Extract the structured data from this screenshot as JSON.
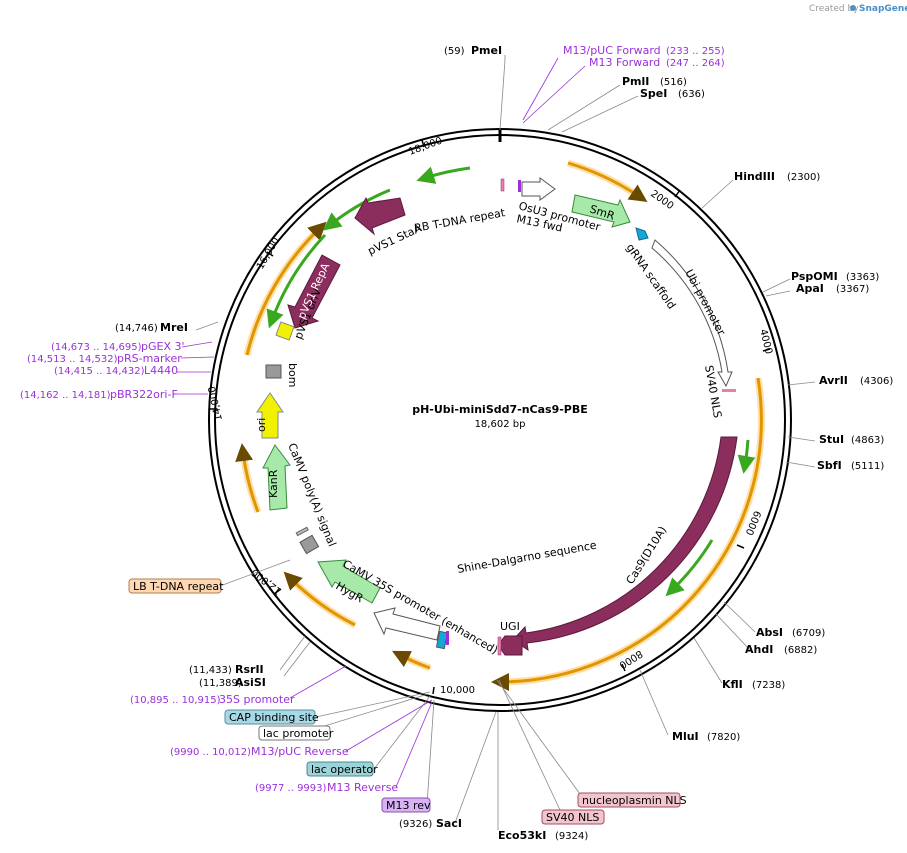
{
  "watermark": {
    "prefix": "Created by",
    "brand": "SnapGene"
  },
  "plasmid": {
    "name": "pH-Ubi-miniSdd7-nCas9-PBE",
    "size": "18,602 bp"
  },
  "colors": {
    "primer": "#9b30d9",
    "protein": "#8b2e5e",
    "marker": "#a6e9a8",
    "ori": "#f2f200",
    "orf": "#e19500",
    "orf_hl": "#ffdfa6",
    "promoter_fill": "#ffffff",
    "nls": "#e87fab",
    "terminator": "#bbbbbb",
    "scaffold": "#16a7d8",
    "tdna": "#ffd8b2",
    "cap_box": "#a7d8e5",
    "laco_box": "#9bd3d8",
    "m13rev_box": "#d8b2f5",
    "nls_box": "#f2c5ce"
  },
  "ticks": [
    "2000",
    "4000",
    "6000",
    "8000",
    "10,000",
    "12,000",
    "14,000",
    "16,000",
    "18,000"
  ],
  "sites": [
    {
      "name": "PmeI",
      "pos": "(59)"
    },
    {
      "name": "PmlI",
      "pos": "(516)"
    },
    {
      "name": "SpeI",
      "pos": "(636)"
    },
    {
      "name": "HindIII",
      "pos": "(2300)"
    },
    {
      "name": "PspOMI",
      "pos": "(3363)"
    },
    {
      "name": "ApaI",
      "pos": "(3367)"
    },
    {
      "name": "AvrII",
      "pos": "(4306)"
    },
    {
      "name": "StuI",
      "pos": "(4863)"
    },
    {
      "name": "SbfI",
      "pos": "(5111)"
    },
    {
      "name": "AbsI",
      "pos": "(6709)"
    },
    {
      "name": "AhdI",
      "pos": "(6882)"
    },
    {
      "name": "KflI",
      "pos": "(7238)"
    },
    {
      "name": "MluI",
      "pos": "(7820)"
    },
    {
      "name": "Eco53kI",
      "pos": "(9324)"
    },
    {
      "name": "SacI",
      "pos": "(9326)"
    },
    {
      "name": "AsiSI",
      "pos": "(11,389)"
    },
    {
      "name": "RsrII",
      "pos": "(11,433)"
    },
    {
      "name": "MreI",
      "pos": "(14,746)"
    }
  ],
  "primers": [
    {
      "name": "M13/pUC Forward",
      "pos": "(233 .. 255)"
    },
    {
      "name": "M13 Forward",
      "pos": "(247 .. 264)"
    },
    {
      "name": "pGEX 3'",
      "pos": "(14,673 .. 14,695)"
    },
    {
      "name": "pRS-marker",
      "pos": "(14,513 .. 14,532)"
    },
    {
      "name": "L4440",
      "pos": "(14,415 .. 14,432)"
    },
    {
      "name": "pBR322ori-F",
      "pos": "(14,162 .. 14,181)"
    },
    {
      "name": "35S promoter",
      "pos": "(10,895 .. 10,915)"
    },
    {
      "name": "M13/pUC Reverse",
      "pos": "(9990 .. 10,012)"
    },
    {
      "name": "M13 Reverse",
      "pos": "(9977 .. 9993)"
    }
  ],
  "features": {
    "osu3": "OsU3 promoter",
    "m13fwd": "M13 fwd",
    "rb": "RB T-DNA repeat",
    "smr": "SmR",
    "grna": "gRNA scaffold",
    "ubi": "Ubi promoter",
    "sv40": "SV40 NLS",
    "cas9": "Cas9(D10A)",
    "sd": "Shine-Dalgarno sequence",
    "ugi": "UGI",
    "p35s": "CaMV 35S promoter (enhanced)",
    "hygr": "HygR",
    "polya": "CaMV poly(A) signal",
    "kanr": "KanR",
    "ori": "ori",
    "bom": "bom",
    "pvs1ori": "pVS1 oriV",
    "repa": "pVS1 RepA",
    "staa": "pVS1 StaA"
  },
  "boxes": {
    "lb": "LB T-DNA repeat",
    "cap": "CAP binding site",
    "lacp": "lac promoter",
    "laco": "lac operator",
    "m13rev": "M13 rev",
    "sv40nls": "SV40 NLS",
    "npnls": "nucleoplasmin NLS"
  }
}
